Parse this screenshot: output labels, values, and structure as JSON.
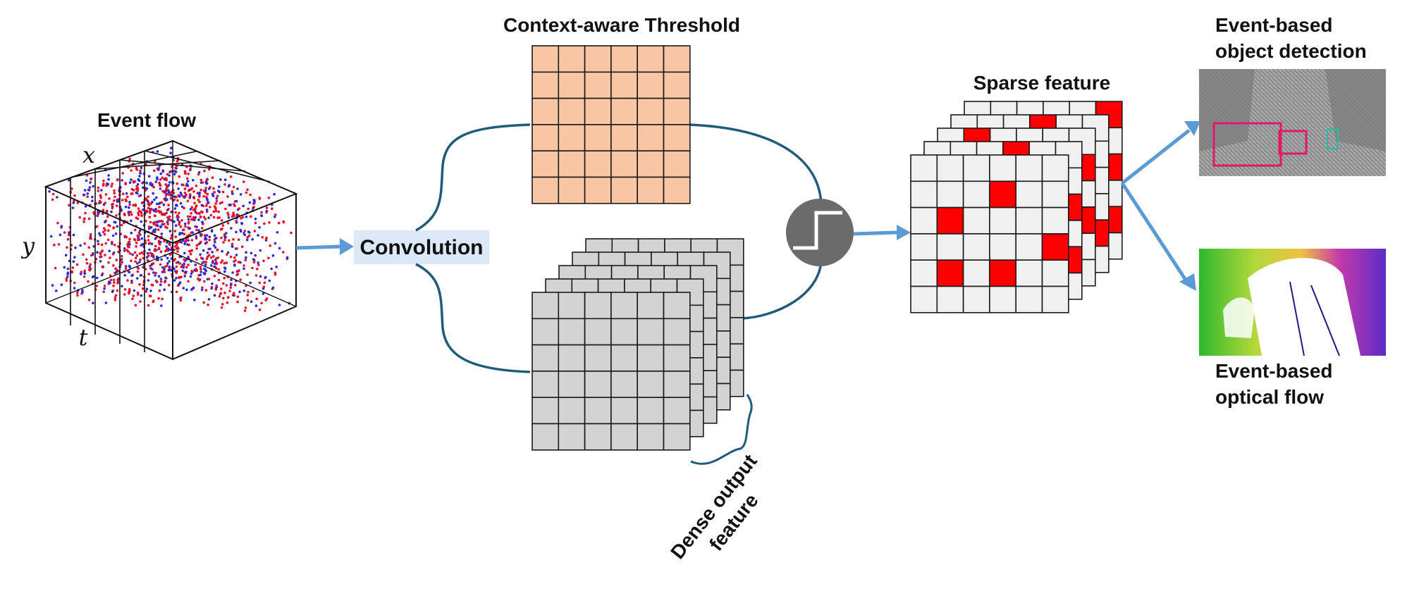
{
  "labels": {
    "event_flow": "Event flow",
    "axis_x": "x",
    "axis_y": "y",
    "axis_t": "t",
    "convolution": "Convolution",
    "context_threshold": "Context-aware Threshold",
    "dense_output_line1": "Dense output",
    "dense_output_line2": "feature",
    "sparse_feature": "Sparse feature",
    "object_detection_line1": "Event-based",
    "object_detection_line2": "object detection",
    "optical_flow_line1": "Event-based",
    "optical_flow_line2": "optical flow"
  },
  "colors": {
    "arrow": "#5b9bd5",
    "curve": "#1f5c7a",
    "threshold_cell": "#f7c6a5",
    "dense_cell": "#d3d3d3",
    "sparse_cell": "#f0f0f0",
    "active_cell": "#ff0000",
    "event_red": "#e8102a",
    "event_blue": "#2a2ad8",
    "conv_box": "#dae8f7",
    "step_circle": "#6b6b6b"
  },
  "icons": {
    "step_function": "step-function-icon"
  }
}
